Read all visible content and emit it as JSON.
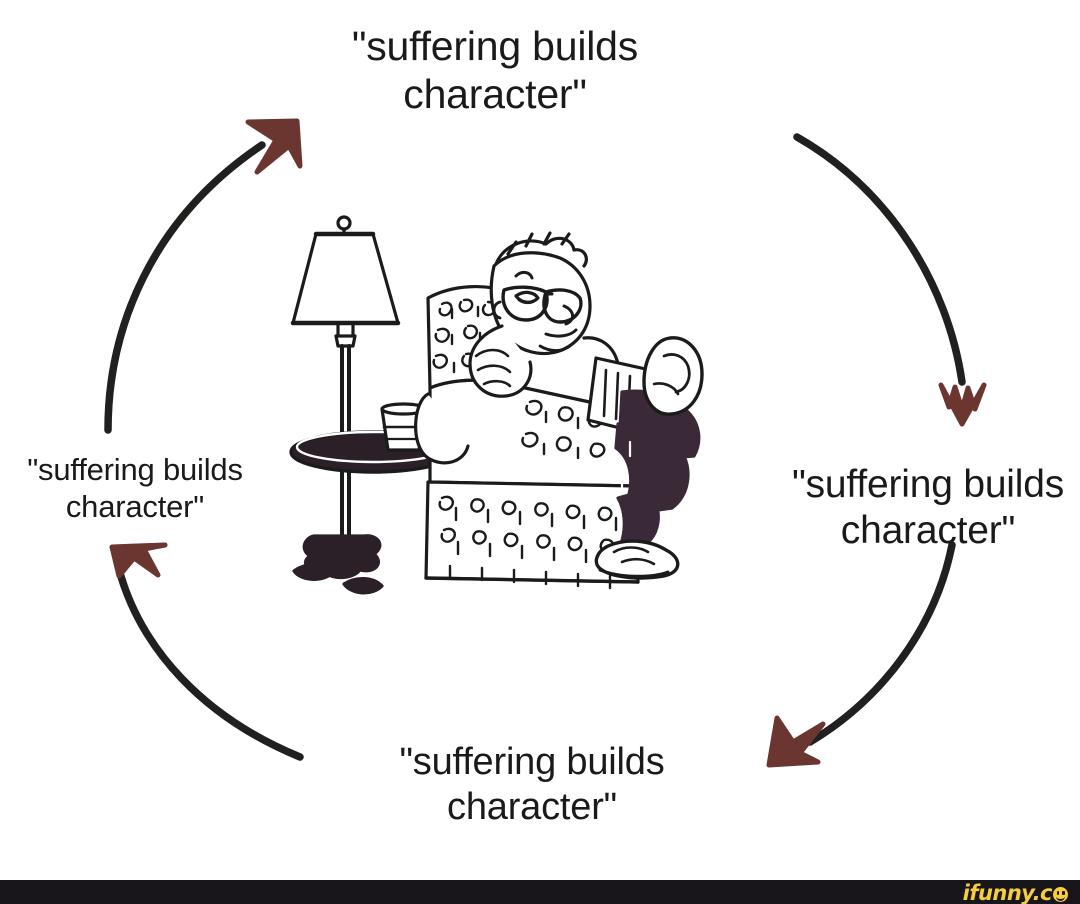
{
  "meme": {
    "background_color": "#ffffff",
    "arrow_stroke_color": "#20201f",
    "arrowhead_color": "#6b3530",
    "text_color": "#1a1a1a",
    "captions": {
      "top": "\"suffering builds\ncharacter\"",
      "left": "\"suffering builds\ncharacter\"",
      "right": "\"suffering builds\ncharacter\"",
      "bottom": "\"suffering builds\ncharacter\""
    },
    "illustration": {
      "name": "man-reclining-in-armchair-cartoon",
      "description": "black and white line-art cartoon of a man leaning back in a floral-patterned armchair reading, with a floor lamp, side table and drinking glass beside him",
      "elements": [
        "floor-lamp",
        "lamp-shade",
        "side-table",
        "drinking-glass",
        "floral-armchair",
        "reclining-man",
        "eyeglasses",
        "newspaper",
        "dark-trousers",
        "white-sneakers"
      ]
    },
    "arrows": [
      {
        "name": "left-arc-up",
        "from": "bottom-left",
        "to": "top-left",
        "direction": "clockwise"
      },
      {
        "name": "top-right-arc-down",
        "from": "top-right",
        "to": "right",
        "direction": "clockwise"
      },
      {
        "name": "bottom-right-arc-down",
        "from": "right",
        "to": "bottom",
        "direction": "clockwise"
      },
      {
        "name": "bottom-left-arc",
        "from": "bottom-left-lower",
        "to": "bottom",
        "direction": "clockwise"
      }
    ]
  },
  "watermark": {
    "text": "ifunny.c",
    "bar_color": "#18161a",
    "text_color": "#f5cd3d",
    "smiley_icon": "smiley-face-o"
  }
}
